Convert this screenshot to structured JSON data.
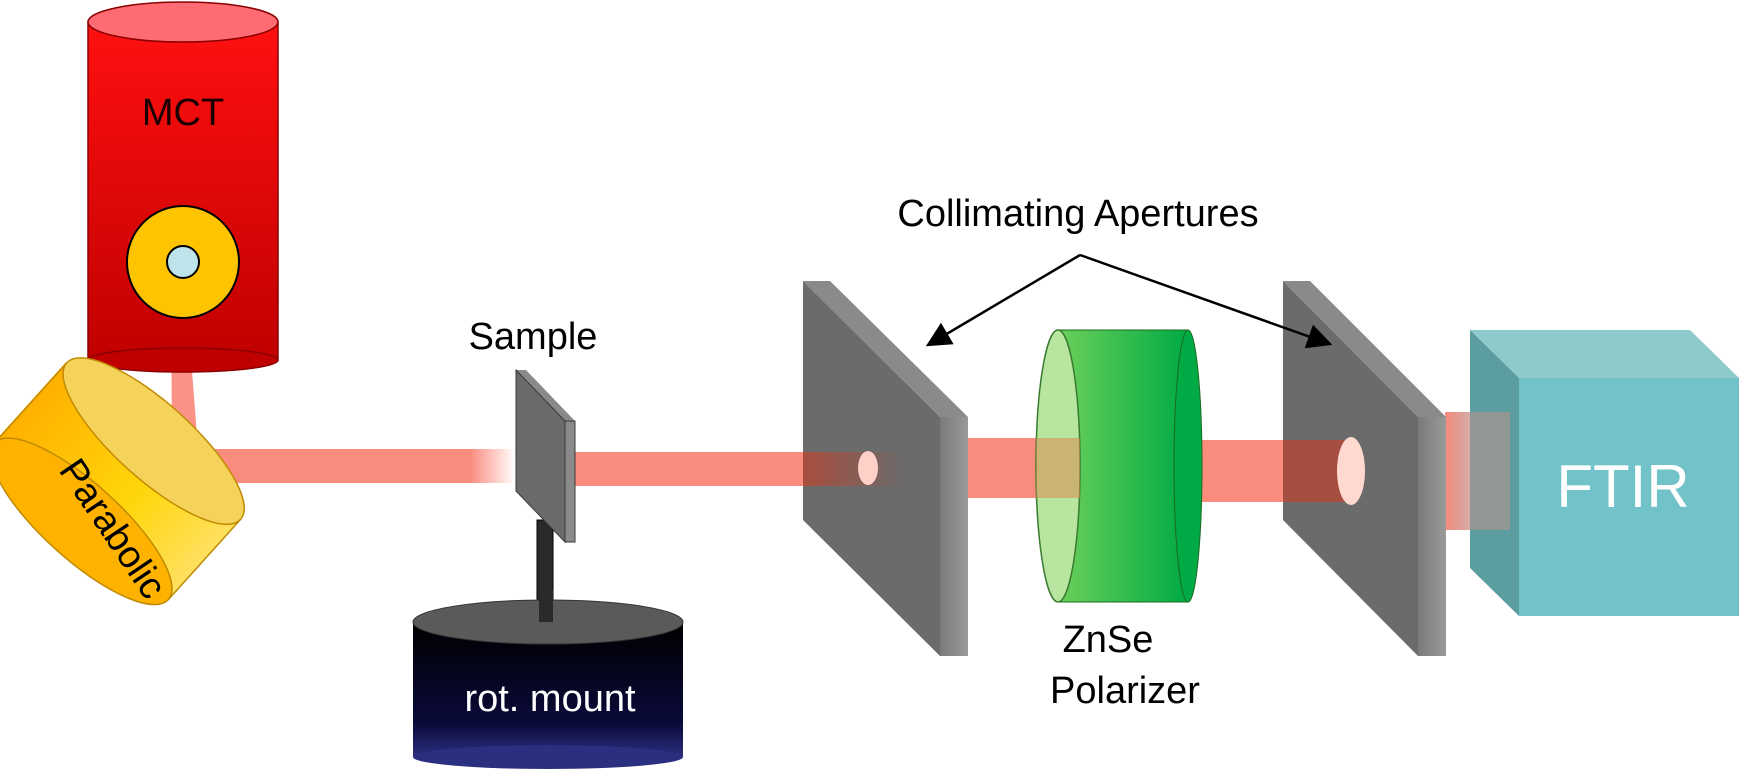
{
  "labels": {
    "mct": "MCT",
    "parabolic": "Parabolic",
    "sample": "Sample",
    "rot_mount": "rot. mount",
    "collimating": "Collimating Apertures",
    "znse_line1": "ZnSe",
    "znse_line2": "Polarizer",
    "ftir": "FTIR"
  },
  "colors": {
    "beam": "#fa8c7e",
    "mct_top": "#ff6b73",
    "mct_body": "#e60000",
    "detector_ring": "#ffc400",
    "detector_core": "#bfe3ea",
    "parabolic": "#ffd21a",
    "aperture_face": "#6b6b6b",
    "aperture_edge": "#8a8a8a",
    "polarizer": "#22b14c",
    "ftir": "#72c3c9",
    "mount": "#0a0a35"
  }
}
